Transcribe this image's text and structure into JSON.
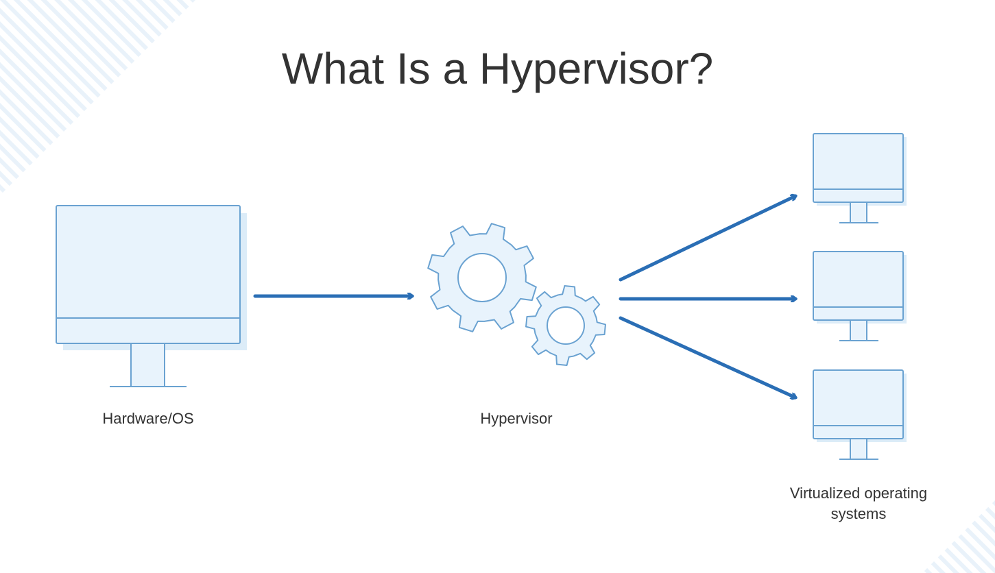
{
  "title": "What Is a Hypervisor?",
  "labels": {
    "hardware": "Hardware/OS",
    "hypervisor": "Hypervisor",
    "virtualized": "Virtualized operating systems"
  },
  "colors": {
    "background": "#ffffff",
    "stripe": "#e6f1fa",
    "outline": "#6aa2d1",
    "fill": "#e6f2fb",
    "fill_shadow": "#d7e9f7",
    "arrow": "#2a6eb5",
    "text": "#333333"
  },
  "icons": {
    "host": "monitor-icon",
    "hypervisor": "gears-icon",
    "guests": [
      "monitor-icon",
      "monitor-icon",
      "monitor-icon"
    ]
  }
}
